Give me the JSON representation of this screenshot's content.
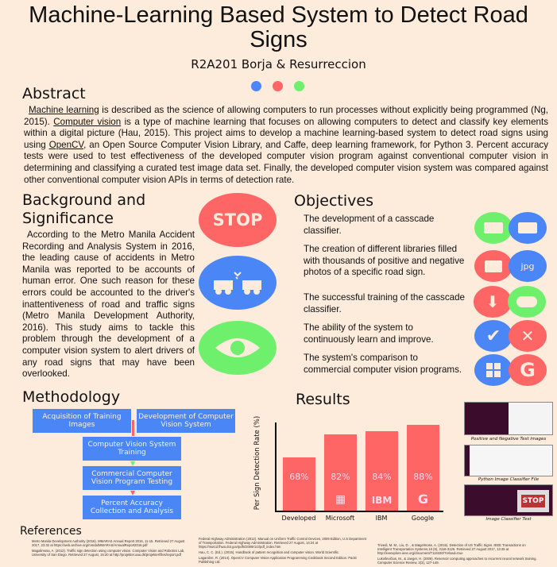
{
  "title": "Machine-Learning Based System to Detect Road Signs",
  "subtitle": "R2A201 Borja & Resurreccion",
  "colors": {
    "red": "#fe6565",
    "blue": "#4a86f5",
    "green": "#6ef06c",
    "background": "#fdebdc"
  },
  "abstract": {
    "heading": "Abstract",
    "link1": "Machine learning",
    "t1": " is described as the science of allowing computers to run processes without explicitly being programmed (Ng, 2015). ",
    "link2": "Computer vision",
    "t2": " is a type of machine learning that  focuses on allowing computers to detect and classify key elements within a digital picture (Hau, 2015). This project aims to develop a machine learning-based system to detect road signs using using ",
    "link3": "OpenCV",
    "t3": ", an Open Source Computer Vision Library, and Caffe, deep learning framework, for Python 3. Percent accuracy tests were used to test effectiveness of the developed computer vision program against conventional computer vision in determining and classifying a curated test image data set. Finally, the developed computer vision system was compared against other conventional computer vision APIs in terms of detection rate."
  },
  "background": {
    "heading": "Background and Significance",
    "text": "According to the Metro Manila Accident Recording and Analysis System in 2016, the leading cause of accidents in Metro Manila was reported to be accounts of human error. One such reason for these errors could be accounted to the driver's inattentiveness  of road and traffic signs (Metro Manila Development Authority, 2016). This study aims to tackle this problem through the development of a computer vision system to alert drivers of any road signs that may have been overlooked.",
    "stop_label": "STOP",
    "icons": [
      "stop-sign-icon",
      "car-crash-icon",
      "eye-icon"
    ]
  },
  "objectives": {
    "heading": "Objectives",
    "items": [
      "The development of a casscade classifier.",
      "The creation of different libraries filled with thousands of positive and negative photos of a specific road sign.",
      "The successful training of the casscade classifier.",
      "The ability of the system to continuously learn and improve.",
      "The system's comparison to commercial computer vision programs."
    ],
    "jpg_label": "jpg"
  },
  "methodology": {
    "heading": "Methodology",
    "steps": [
      "Acquisition of Training Images",
      "Development of Computer Vision System",
      "Computer Vision System Training",
      "Commercial Computer Vision Program Testing",
      "Percent Accuracy Collection and Analysis"
    ]
  },
  "results": {
    "heading": "Results",
    "captions": [
      "Positive and Negative Test images",
      "Python Image Classifier File",
      "Image Classifier Test"
    ],
    "stop_label": "STOP"
  },
  "chart_data": {
    "type": "bar",
    "categories": [
      "Developed",
      "Microsoft",
      "IBM",
      "Google"
    ],
    "values": [
      68,
      82,
      84,
      88
    ],
    "value_labels": [
      "68%",
      "82%",
      "84%",
      "88%"
    ],
    "ylabel": "Per Sign Detection Rate (%)",
    "title": "",
    "ylim": [
      0,
      100
    ],
    "logo_labels": [
      "",
      "",
      "IBM",
      ""
    ]
  },
  "references": {
    "heading": "References",
    "items": [
      "Metro Manila Development Authority (2016). MMARAS Annual Report 2016, 11-15. Retrieved 27 August 2017, 23:32 at https://web.archive.org/mmda/MMARAS/AnnualReport2016.pdf",
      "Magalimosa, A. (2012). Traffic sign detection using computer vision. Computer Vision and Robotics Lab, University of San Diego. Retrieved 27 August, 15:20 at http://projekter.aau.dk/projekter/files/report.pdf",
      "Federal Highway Administration (2012). Manual on Uniform Traffic Control Devices, 2009 Edition, U.S Department of Transportation. Federal Highway Administration. Retrieved 27 August, 14:24 at https://mutcd.fhwa.dot.gov/pdfs/2009r1r2/pdf_index.htm",
      "Hau, C. C. (Ed.). (2015). Handbook of pattern recognition and computer vision. World Scientific.",
      "Laganière, R. (2014). OpenCV Computer Vision Application Programming Cookbook Second Edition. Packt Publishing Ltd.",
      "Trivedi, M. M., Liu, D. , & Møgelmose, A. (2015). Detection of US Traffic Signs. IEEE Transactions on Intelligent Transportation Systems,16 (6), 3116-3125. Retrieved 27 August 2017, 13:45 at http://ieeexplore.ieee.org/document/7116330/?reload=true",
      "Lukoševičius, M., & Jaeger, H. (2009). Reservoir computing approaches to recurrent neural network training. Computer Science Review, 3(3), 127-149."
    ]
  }
}
